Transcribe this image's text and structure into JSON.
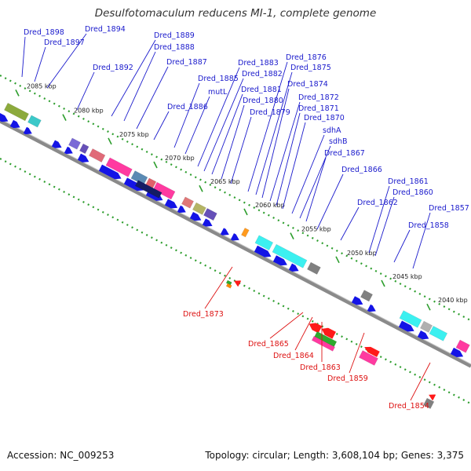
{
  "title": "Desulfotomaculum reducens MI-1, complete genome",
  "footer": {
    "accession": "Accession: NC_009253",
    "topology": "Topology: circular; Length: 3,608,104 bp; Genes: 3,375"
  },
  "colors": {
    "forward_label": "#1a1acc",
    "reverse_label": "#dd1111",
    "backbone": "#8a8a8a",
    "tick": "#2e9e2e",
    "cds": "#1414e6"
  },
  "ticks": [
    "2085 kbp",
    "2080 kbp",
    "2075 kbp",
    "2070 kbp",
    "2065 kbp",
    "2060 kbp",
    "2055 kbp",
    "2050 kbp",
    "2045 kbp",
    "2040 kbp"
  ],
  "forward_genes": [
    "Dred_1898",
    "Dred_1894",
    "Dred_1897",
    "Dred_1889",
    "Dred_1888",
    "Dred_1892",
    "Dred_1887",
    "Dred_1885",
    "mutL",
    "Dred_1886",
    "Dred_1883",
    "Dred_1882",
    "Dred_1881",
    "Dred_1880",
    "Dred_1879",
    "Dred_1876",
    "Dred_1875",
    "Dred_1874",
    "Dred_1872",
    "Dred_1871",
    "Dred_1870",
    "sdhA",
    "sdhB",
    "Dred_1867",
    "Dred_1866",
    "Dred_1862",
    "Dred_1861",
    "Dred_1860",
    "Dred_1857",
    "Dred_1858"
  ],
  "reverse_genes": [
    "Dred_1873",
    "Dred_1865",
    "Dred_1864",
    "Dred_1863",
    "Dred_1859",
    "Dred_1854"
  ]
}
